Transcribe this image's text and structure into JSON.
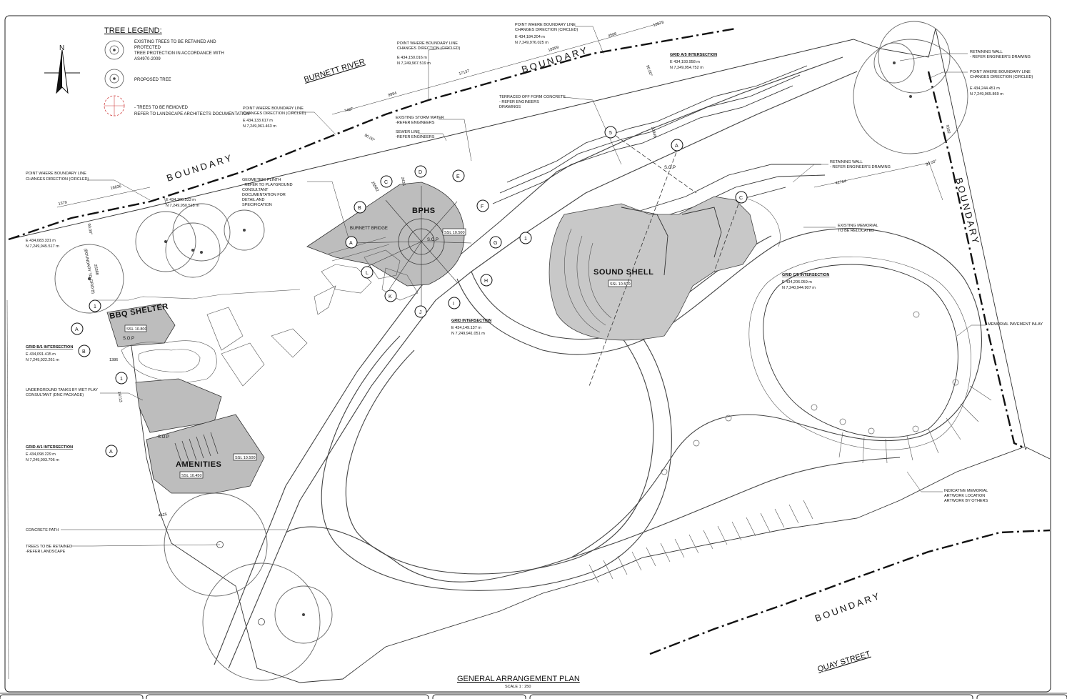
{
  "tree_legend": {
    "title": "TREE LEGEND:",
    "retained_line1": "EXISTING TREES TO BE RETAINED AND",
    "retained_line2": "PROTECTED",
    "retained_line3": "TREE PROTECTION IN ACCORDANCE WITH",
    "retained_line4": "AS4970-2009",
    "proposed": "PROPOSED TREE",
    "removed_line1": "- TREES TO BE REMOVED",
    "removed_line2": "REFER TO LANDSCAPE ARCHITECTS DOCUMENTATION"
  },
  "north": "N",
  "labels": {
    "burnett_river": "BURNETT RIVER",
    "boundary": "BOUNDARY",
    "quay_street": "QUAY STREET",
    "bphs": "BPHS",
    "sound_shell": "SOUND SHELL",
    "bbq_shelter": "BBQ SHELTER",
    "amenities": "AMENITIES",
    "burnett_bridge": "BURNETT BRIDGE",
    "sop": "S.O.P",
    "boundary_to_grid": "(BOUNDARY TO GRID B)"
  },
  "ssl": {
    "bphs": "SSL 10.500",
    "sound_shell": "SSL 10.500",
    "bbq": "SSL 10.800",
    "amenities_a": "SSL 10.500",
    "amenities_b": "SSL 10.450"
  },
  "notes": {
    "pt1_l1": "POINT WHERE BOUNDARY LINE",
    "pt1_l2": "CHANGES DIRECTION (CIRCLED)",
    "pt1_e": "E 434,083.331 m",
    "pt1_n": "N 7,249,945.517 m",
    "pt2_e": "E 434,100.533 m",
    "pt2_n": "N 7,249,950.518 m",
    "pt3_l1": "POINT WHERE BOUNDARY LINE",
    "pt3_l2": "CHANGES DIRECTION (CIRCLED)",
    "pt3_e": "E 434,133.617 m",
    "pt3_n": "N 7,249,961.463 m",
    "pt4_l1": "POINT WHERE BOUNDARY LINE",
    "pt4_l2": "CHANGES DIRECTION (CIRCLED)",
    "pt4_e": "E 434,150.016 m",
    "pt4_n": "N 7,249,967.519 m",
    "pt5_l1": "POINT WHERE BOUNDARY LINE",
    "pt5_l2": "CHANGES DIRECTION (CIRCLED)",
    "pt5_e": "E 434,184.204 m",
    "pt5_n": "N 7,249,976.025 m",
    "pt6_l1": "POINT WHERE BOUNDARY LINE",
    "pt6_l2": "CHANGES DIRECTION (CIRCLED)",
    "pt6_e": "E 434,244.451 m",
    "pt6_n": "N 7,249,965.869 m",
    "geo_l1": "GEOMETRIC PLINTH",
    "geo_l2": "- REFER TO PLAYGROUND",
    "geo_l3": "CONSULTANT",
    "geo_l4": "DOCUMENTATION FOR",
    "geo_l5": "DETAIL AND",
    "geo_l6": "SPECIFICATION",
    "storm_l1": "EXISTING STORM WATER",
    "storm_l2": "-REFER ENGINEERS",
    "sewer_l1": "SEWER LINE",
    "sewer_l2": "-REFER ENGINEERS",
    "terr_l1": "TERRACED OFF FORM CONCRETE",
    "terr_l2": "- REFER ENGINEERS",
    "terr_l3": "DRAWINGS",
    "ret1_l1": "RETAINING WALL",
    "ret1_l2": "- REFER ENGINEER'S DRAWING",
    "ret2_l1": "RETAINING WALL",
    "ret2_l2": "- REFER ENGINEER'S DRAWING",
    "mem_l1": "EXISTING MEMORIAL",
    "mem_l2": "TO BE RELOCATED",
    "pave": "MEMORIAL PAVEMENT INLAY",
    "art_l1": "INDICATIVE MEMORIAL",
    "art_l2": "ARTWORK LOCATION",
    "art_l3": "ARTWORK BY OTHERS",
    "tanks_l1": "UNDERGROUND TANKS BY WET PLAY",
    "tanks_l2": "CONSULTANT (DNC PACKAGE)",
    "conc": "CONCRETE PATH",
    "trees_l1": "TREES TO BE RETAINED",
    "trees_l2": "-REFER LANDSCAPE"
  },
  "intersections": {
    "a5_title": "GRID A/5 INTERSECTION",
    "a5_e": "E 434,193.958 m",
    "a5_n": "N 7,249,954.752 m",
    "c5_title": "GRID C/5 INTERSECTION",
    "c5_e": "E 434,206.059 m",
    "c5_n": "N 7,240,944.907 m",
    "grid_title": "GRID INTERSECTION",
    "grid_e": "E 434,149.137 m",
    "grid_n": "N 7,249,941.051 m",
    "b1_title": "GRID B/1 INTERSECTION",
    "b1_e": "E 434,091.415 m",
    "b1_n": "N 7,249,922.261 m",
    "a1_title": "GRID A/1 INTERSECTION",
    "a1_e": "E 434,098.229 m",
    "a1_n": "N 7,249,903.706 m"
  },
  "dims": {
    "d1379": "1379",
    "d16636": "16636",
    "d26388": "26388",
    "d90a": "90.00°",
    "d7487": "7487",
    "d9994": "9994",
    "d17137": "17137",
    "d18399": "18399",
    "d4566": "4566",
    "d13578": "13578",
    "d90b": "90.00°",
    "d90c": "90.00°",
    "d25582": "25582",
    "d2435": "2435",
    "d2994": "22948",
    "d42764": "42764",
    "d9192": "9192",
    "d90d": "90.00°",
    "d1386": "1386",
    "d19713": "19713",
    "d4425": "4425"
  },
  "grid": {
    "A": "A",
    "B": "B",
    "C": "C",
    "D": "D",
    "E": "E",
    "F": "F",
    "G": "G",
    "H": "H",
    "I": "I",
    "J": "J",
    "K": "K",
    "L": "L",
    "one": "1",
    "five": "5"
  },
  "title": {
    "main": "GENERAL ARRANGEMENT PLAN",
    "scale": "SCALE 1 : 250"
  }
}
